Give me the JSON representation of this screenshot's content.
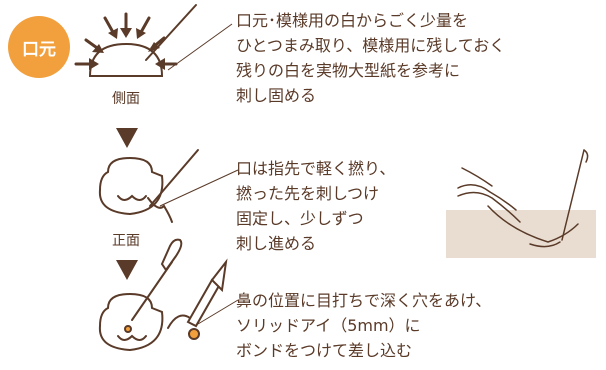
{
  "badge": "口元",
  "views": {
    "side": "側面",
    "front": "正面"
  },
  "steps": [
    {
      "lines": [
        "口元･模様用の白からごく少量を",
        "ひとつまみ取り、模様用に残しておく",
        "残りの白を実物大型紙を参考に",
        "刺し固める"
      ]
    },
    {
      "lines": [
        "口は指先で軽く撚り、",
        "撚った先を刺しつけ",
        "固定し、少しずつ",
        "刺し進める"
      ]
    },
    {
      "lines": [
        "鼻の位置に目打ちで深く穴をあけ、",
        "ソリッドアイ（5mm）に",
        "ボンドをつけて差し込む"
      ]
    }
  ],
  "colors": {
    "accent": "#f2a03d",
    "line": "#5a3a28",
    "felt": "#e9ddd1"
  }
}
